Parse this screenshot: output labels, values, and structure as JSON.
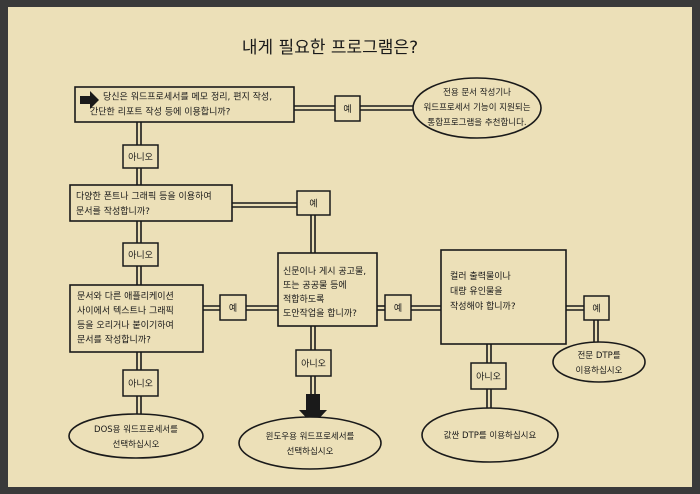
{
  "title": "내게 필요한 프로그램은?",
  "questions": {
    "q1": [
      "당신은 워드프로세서를 메모 정리, 편지 작성,",
      "간단한 리포트 작성 등에 이용합니까?"
    ],
    "q2": [
      "다양한 폰트나 그래픽 등을 이용하여",
      "문서를 작성합니까?"
    ],
    "q3": [
      "문서와 다른 애플리케이션",
      "사이에서 텍스트나 그래픽",
      "등을 오리거나 붙이기하여",
      "문서를 작성합니까?"
    ],
    "q4": [
      "신문이나 게시 공고물,",
      "또는 공공물 등에",
      "적합하도록",
      "도안작업을 합니까?"
    ],
    "q5": [
      "컬러 출력물이나",
      "대량 유인물을",
      "작성해야 합니까?"
    ]
  },
  "results": {
    "r1": [
      "전용 문서 작성기나",
      "워드프로세서 기능이 지원되는",
      "통합프로그램을 추천합니다."
    ],
    "r2": [
      "DOS용 워드프로세서를",
      "선택하십시오"
    ],
    "r3": [
      "윈도우용 워드프로세서를",
      "선택하십시오"
    ],
    "r4": [
      "값싼 DTP를 이용하십시요"
    ],
    "r5": [
      "전문 DTP를",
      "이용하십시오"
    ]
  },
  "labels": {
    "yes": "예",
    "no": "아니오"
  },
  "colors": {
    "paper": "#ece0b8",
    "ink": "#1a1a1a",
    "frame": "#3a3a3a"
  }
}
